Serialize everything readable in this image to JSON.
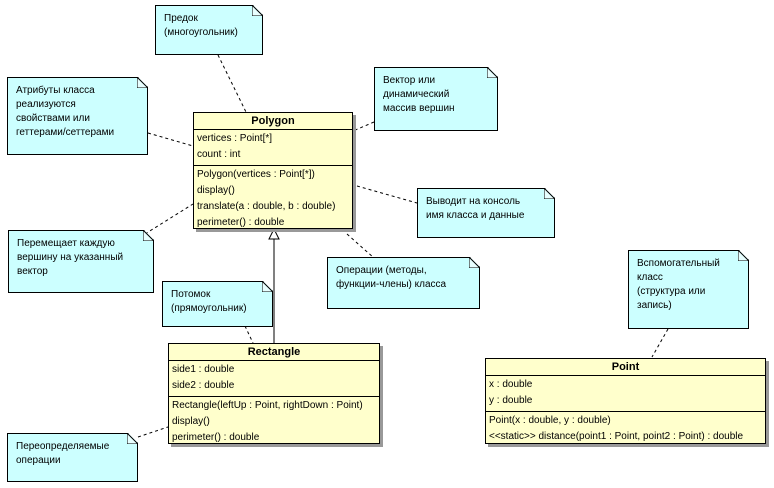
{
  "classes": {
    "polygon": {
      "name": "Polygon",
      "attributes": [
        "vertices : Point[*]",
        "count : int"
      ],
      "operations": [
        "Polygon(vertices : Point[*])",
        "display()",
        "translate(a : double, b : double)",
        "perimeter() : double"
      ]
    },
    "rectangle": {
      "name": "Rectangle",
      "attributes": [
        "side1 : double",
        "side2 : double"
      ],
      "operations": [
        "Rectangle(leftUp : Point, rightDown : Point)",
        "display()",
        "perimeter() : double"
      ]
    },
    "point": {
      "name": "Point",
      "attributes": [
        "x : double",
        "y : double"
      ],
      "operations": [
        "Point(x : double, y : double)",
        "<<static>>  distance(point1 : Point, point2 : Point) : double"
      ]
    }
  },
  "notes": {
    "ancestor": "Предок\n(многоугольник)",
    "attributes": "Атрибуты класса\nреализуются\nсвойствами или\nгеттерами/сеттерами",
    "vector": "Вектор или\nдинамический\nмассив вершин",
    "display": "Выводит на консоль\nимя класса и данные",
    "translate": "Перемещает каждую\nвершину на указанный\nвектор",
    "operations": "Операции (методы,\nфункции-члены) класса",
    "descendant": "Потомок\n(прямоугольник)",
    "helper": "Вспомогательный\nкласс\n(структура или\nзапись)",
    "override": "Переопределяемые\nоперации"
  }
}
